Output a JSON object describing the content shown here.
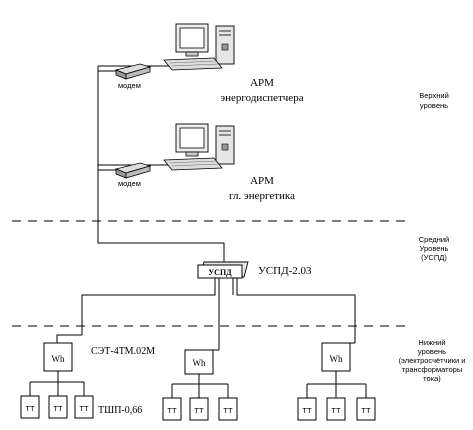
{
  "workstations": [
    {
      "title": "АРМ",
      "subtitle": "энергодиспетчера",
      "modem_label": "модем"
    },
    {
      "title": "АРМ",
      "subtitle": "гл. энергетика",
      "modem_label": "модем"
    }
  ],
  "levels": {
    "top": {
      "line1": "Верхний",
      "line2": "уровень"
    },
    "middle": {
      "line1": "Средний",
      "line2": "Уровень",
      "line3": "(УСПД)"
    },
    "bottom": {
      "line1": "Нижний",
      "line2": "уровень",
      "line3": "(электросчётчики и",
      "line4": "трансформаторы",
      "line5": "тока)"
    }
  },
  "uspd": {
    "box_label": "УСПД",
    "model_label": "УСПД-2.03"
  },
  "meter_label": "Wh",
  "meter_model_label": "СЭТ-4ТМ.02М",
  "ct_label": "ТТ",
  "ct_model_label": "ТШП-0,66"
}
